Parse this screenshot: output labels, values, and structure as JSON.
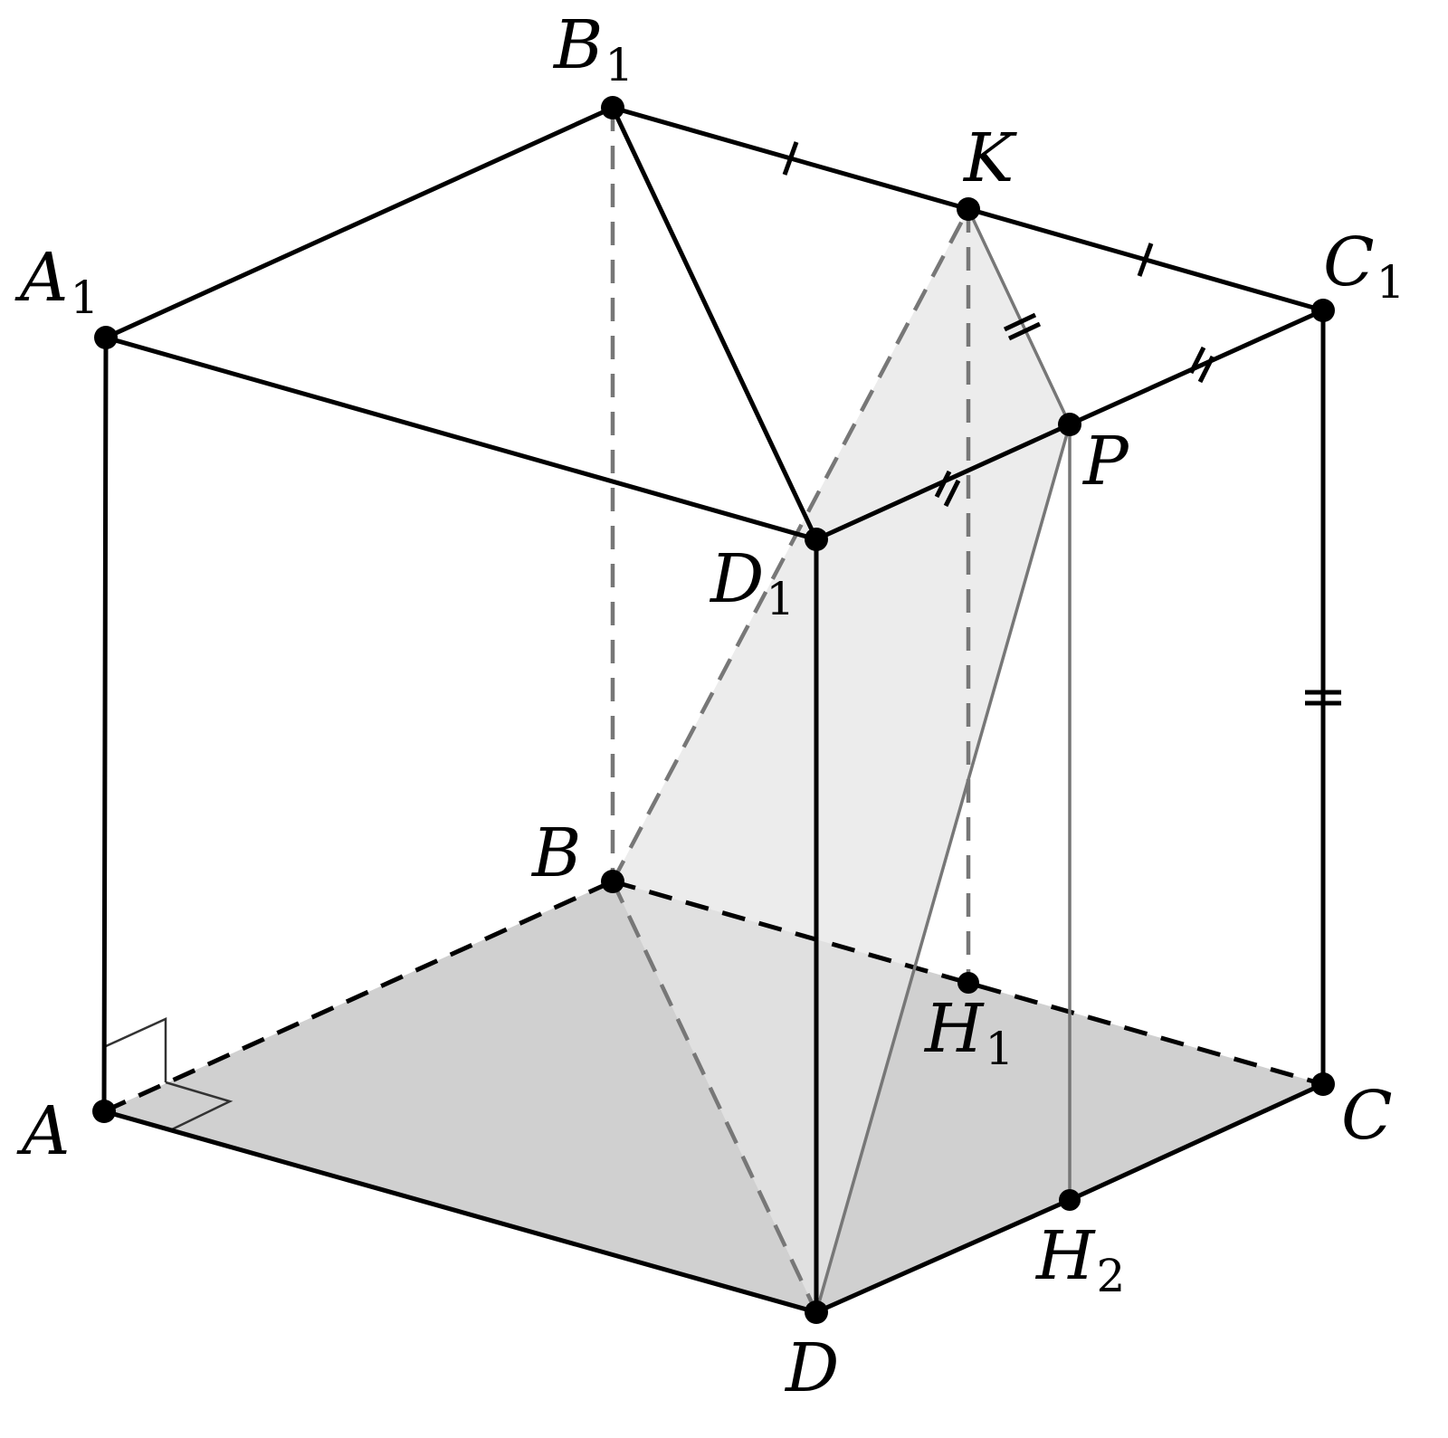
{
  "points": [
    {
      "id": "A",
      "letter": "A",
      "sub": ""
    },
    {
      "id": "B",
      "letter": "B",
      "sub": ""
    },
    {
      "id": "C",
      "letter": "C",
      "sub": ""
    },
    {
      "id": "D",
      "letter": "D",
      "sub": ""
    },
    {
      "id": "A1",
      "letter": "A",
      "sub": "1"
    },
    {
      "id": "B1",
      "letter": "B",
      "sub": "1"
    },
    {
      "id": "C1",
      "letter": "C",
      "sub": "1"
    },
    {
      "id": "D1",
      "letter": "D",
      "sub": "1"
    },
    {
      "id": "K",
      "letter": "K",
      "sub": ""
    },
    {
      "id": "P",
      "letter": "P",
      "sub": ""
    },
    {
      "id": "H1",
      "letter": "H",
      "sub": "1"
    },
    {
      "id": "H2",
      "letter": "H",
      "sub": "2"
    }
  ],
  "colors": {
    "base_fill": "#d0d0d0",
    "plane_fill": "#e6e6e6",
    "edge": "#000000",
    "hidden_gray": "#777777"
  }
}
